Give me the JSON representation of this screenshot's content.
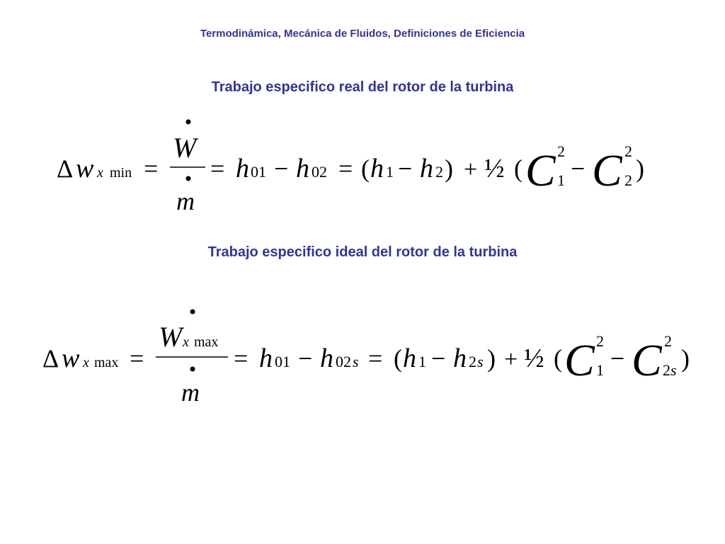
{
  "header": "Termodinámica, Mecánica de Fluidos, Definiciones de Eficiencia",
  "section1": {
    "title": "Trabajo especifico real del rotor de la turbina",
    "delta": "Δ",
    "w": "w",
    "x": "x",
    "sub": "min",
    "eq": "=",
    "W": "W",
    "m": "m",
    "h": "h",
    "s01": "01",
    "s02": "02",
    "minus": "−",
    "lp": "(",
    "rp": ")",
    "s1": "1",
    "s2": "2",
    "plus": "+",
    "half": "½",
    "C": "C",
    "sq": "2",
    "c1": "1",
    "c2": "2"
  },
  "section2": {
    "title": "Trabajo especifico ideal del rotor de la turbina",
    "delta": "Δ",
    "w": "w",
    "x": "x",
    "sub": "max",
    "eq": "=",
    "W": "W",
    "m": "m",
    "h": "h",
    "s01": "01",
    "s02": "02",
    "s": "s",
    "minus": "−",
    "lp": "(",
    "rp": ")",
    "s1": "1",
    "s2": "2",
    "plus": "+",
    "half": "½",
    "C": "C",
    "sq": "2",
    "c1": "1",
    "c2": "2"
  }
}
